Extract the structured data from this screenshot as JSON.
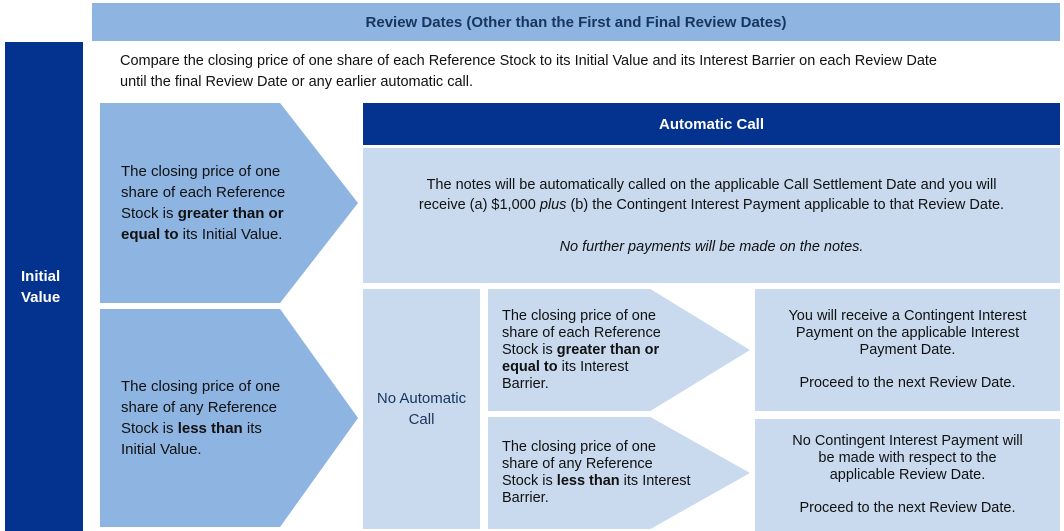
{
  "colors": {
    "navy": "#04338F",
    "medium_blue": "#8EB4E2",
    "pale_blue": "#C9DAEF",
    "header_text": "#17365D",
    "body_text": "#111111",
    "white": "#FFFFFF"
  },
  "header": {
    "title": "Review Dates (Other than the First and Final Review Dates)"
  },
  "sidebar": {
    "label": "Initial Value"
  },
  "intro": {
    "lines": [
      "Compare the closing price of one share of each Reference Stock to its Initial Value and its Interest Barrier on each Review Date",
      "until the final Review Date or any earlier automatic call."
    ]
  },
  "upper_branch": {
    "condition": {
      "l1": "The closing price of one",
      "l2": "share of each Reference",
      "l3_pre": "Stock is ",
      "l3_bold": "greater than or",
      "l4_bold": "equal to",
      "l4_post": " its Initial Value."
    },
    "auto_call": {
      "header": "Automatic Call",
      "line1": "The notes will be automatically called on the applicable Call Settlement Date and you will",
      "line2_pre": "receive (a) $1,000 ",
      "line2_italic": "plus",
      "line2_post": " (b) the Contingent Interest Payment applicable to that Review Date.",
      "note": "No further payments will be made on the notes."
    }
  },
  "lower_branch": {
    "condition": {
      "l1": "The closing price of one",
      "l2": "share of any Reference",
      "l3_pre": "Stock is ",
      "l3_bold": "less than",
      "l3_post": " its",
      "l4": "Initial Value."
    },
    "no_call_label": "No Automatic Call",
    "above_barrier": {
      "condition": {
        "l1": "The closing price of one",
        "l2": "share of each Reference",
        "l3_pre": "Stock is ",
        "l3_bold": "greater than or",
        "l4_bold": "equal to",
        "l4_post": " its Interest",
        "l5": "Barrier."
      },
      "outcome": {
        "p1_l1": "You will receive a Contingent Interest",
        "p1_l2": "Payment on the applicable Interest",
        "p1_l3": "Payment Date.",
        "p2": "Proceed to the next Review Date."
      }
    },
    "below_barrier": {
      "condition": {
        "l1": "The closing price of one",
        "l2": "share of any Reference",
        "l3_pre": "Stock is ",
        "l3_bold": "less than",
        "l3_post": " its Interest",
        "l4": "Barrier."
      },
      "outcome": {
        "p1_l1": "No Contingent Interest Payment will",
        "p1_l2": "be made with respect to the",
        "p1_l3": "applicable Review Date.",
        "p2": "Proceed to the next Review Date."
      }
    }
  }
}
